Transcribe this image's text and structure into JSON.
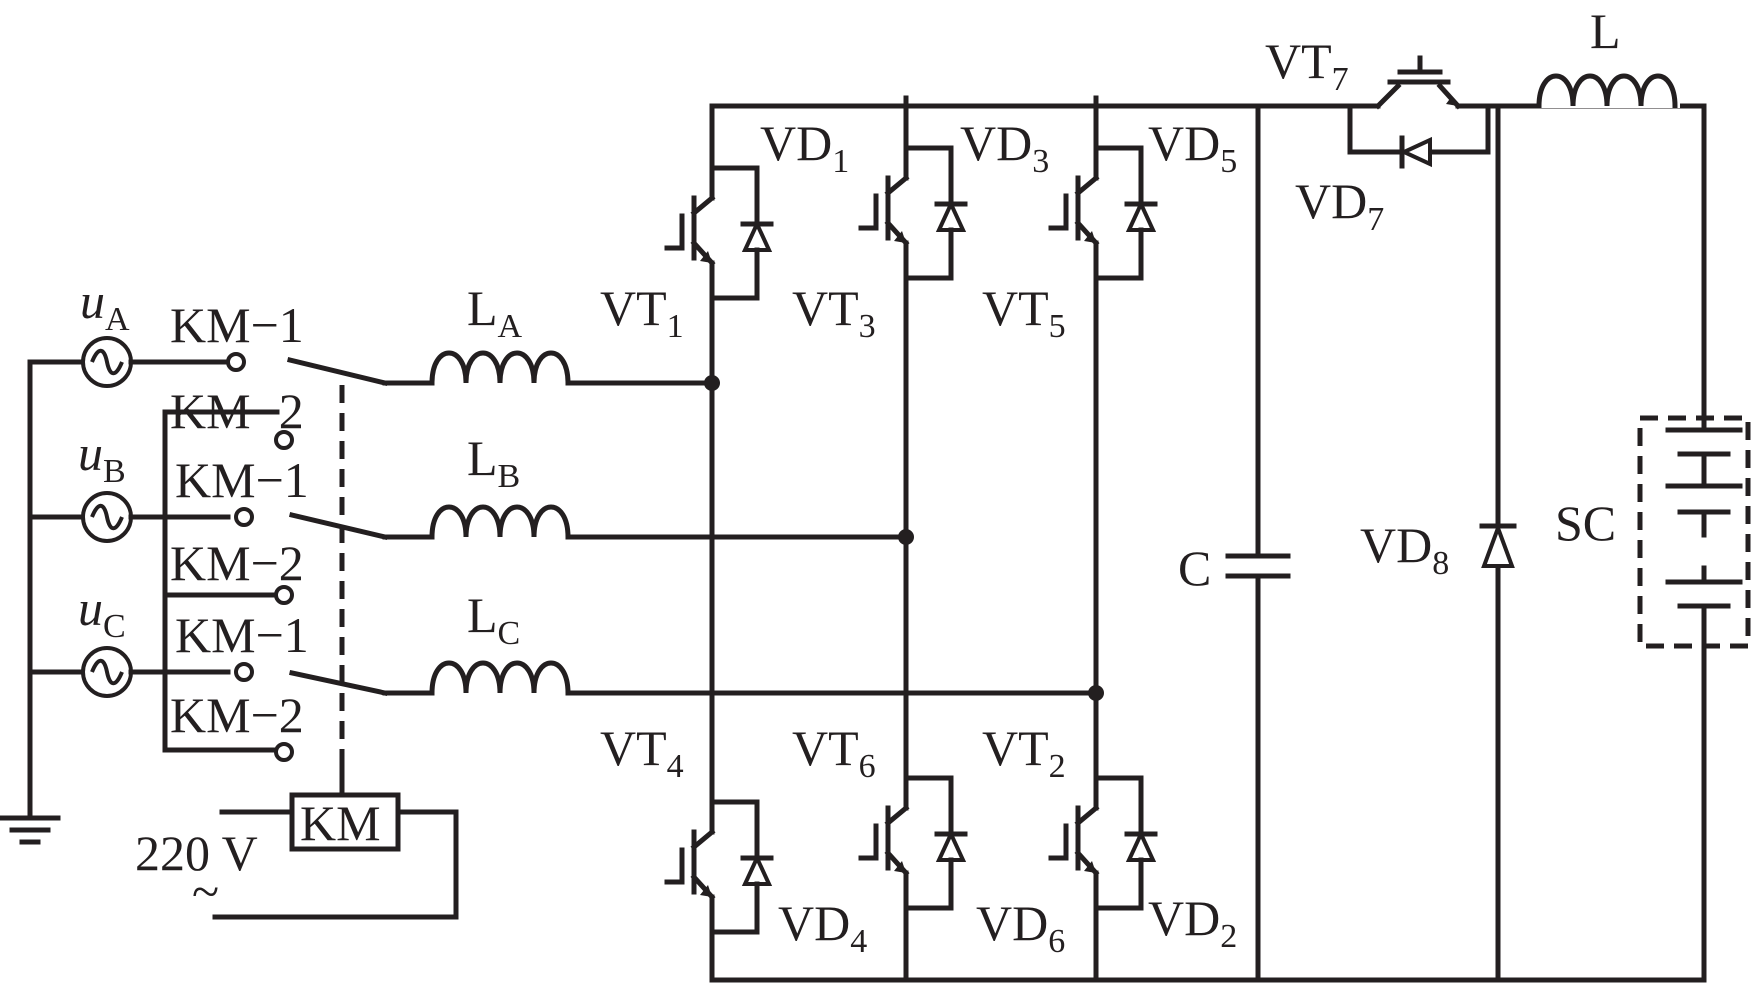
{
  "sources": [
    {
      "var": "u",
      "sub": "A"
    },
    {
      "var": "u",
      "sub": "B"
    },
    {
      "var": "u",
      "sub": "C"
    }
  ],
  "contacts": {
    "km1": "KM−1",
    "km2": "KM−2"
  },
  "inductors": {
    "phase": [
      {
        "main": "L",
        "sub": "A"
      },
      {
        "main": "L",
        "sub": "B"
      },
      {
        "main": "L",
        "sub": "C"
      }
    ],
    "output": "L"
  },
  "coil": {
    "label": "KM",
    "supply": "220 V",
    "tilde": "~"
  },
  "transistors": [
    {
      "main": "VT",
      "sub": "1"
    },
    {
      "main": "VT",
      "sub": "3"
    },
    {
      "main": "VT",
      "sub": "5"
    },
    {
      "main": "VT",
      "sub": "4"
    },
    {
      "main": "VT",
      "sub": "6"
    },
    {
      "main": "VT",
      "sub": "2"
    },
    {
      "main": "VT",
      "sub": "7"
    }
  ],
  "diodes": [
    {
      "main": "VD",
      "sub": "1"
    },
    {
      "main": "VD",
      "sub": "3"
    },
    {
      "main": "VD",
      "sub": "5"
    },
    {
      "main": "VD",
      "sub": "4"
    },
    {
      "main": "VD",
      "sub": "6"
    },
    {
      "main": "VD",
      "sub": "2"
    },
    {
      "main": "VD",
      "sub": "7"
    },
    {
      "main": "VD",
      "sub": "8"
    }
  ],
  "capacitor": "C",
  "supercap": "SC"
}
